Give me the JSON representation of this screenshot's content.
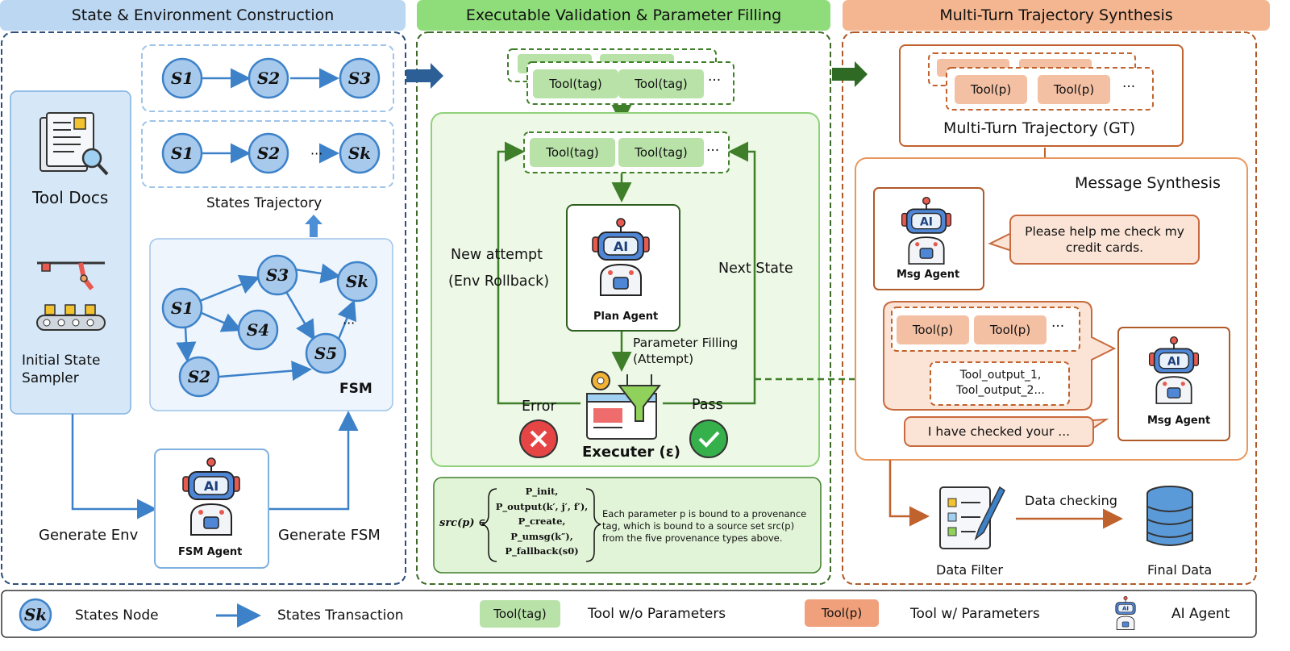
{
  "sections": {
    "left_title": "State & Environment Construction",
    "middle_title": "Executable Validation & Parameter Filling",
    "right_title": "Multi-Turn Trajectory Synthesis"
  },
  "left": {
    "tool_docs": "Tool Docs",
    "initial_state_sampler": "Initial State Sampler",
    "states_trajectory": "States Trajectory",
    "fsm_label": "FSM",
    "generate_env": "Generate Env",
    "generate_fsm": "Generate FSM",
    "fsm_agent": "FSM Agent",
    "ellipsis": "···",
    "nodes": {
      "s1": "S1",
      "s2": "S2",
      "s3": "S3",
      "s4": "S4",
      "s5": "S5",
      "sk": "Sk"
    }
  },
  "middle": {
    "tool_tag": "Tool(tag)",
    "ellipsis": "···",
    "new_attempt": "New attempt",
    "env_rollback": "(Env Rollback)",
    "next_state": "Next State",
    "plan_agent": "Plan Agent",
    "parameter_filling": "Parameter Filling",
    "attempt": "(Attempt)",
    "error": "Error",
    "pass": "Pass",
    "executer": "Executer (ε)",
    "formula": {
      "src": "src(p) ∈",
      "items": [
        "P_init,",
        "P_output(k′, j′, f′),",
        "P_create,",
        "P_umsg(k″),",
        "P_fallback(s0)"
      ],
      "description": "Each parameter p is bound to a provenance tag, which is bound to a source set src(p) from the five provenance types above."
    }
  },
  "right": {
    "tool_p": "Tool(p)",
    "ellipsis": "···",
    "gt_caption": "Multi-Turn Trajectory (GT)",
    "message_synthesis": "Message Synthesis",
    "msg_agent": "Msg Agent",
    "user_message": "Please help me check my credit cards.",
    "tool_output_1": "Tool_output_1,",
    "tool_output_2": "Tool_output_2...",
    "assistant_message": "I have checked your ...",
    "data_checking": "Data checking",
    "data_filter": "Data Filter",
    "final_data": "Final Data"
  },
  "legend": {
    "node_label": "Sk",
    "states_node": "States Node",
    "states_transaction": "States Transaction",
    "tool_tag": "Tool(tag)",
    "tool_wo_params": "Tool w/o Parameters",
    "tool_p": "Tool(p)",
    "tool_w_params": "Tool w/ Parameters",
    "ai_agent": "AI Agent"
  },
  "colors": {
    "blue_header": "#bcd7f2",
    "green_header": "#8fdc7a",
    "orange_header": "#f4b690",
    "blue_border": "#2f4f7a",
    "green_border": "#3d6b27",
    "orange_border": "#b05a2a"
  }
}
